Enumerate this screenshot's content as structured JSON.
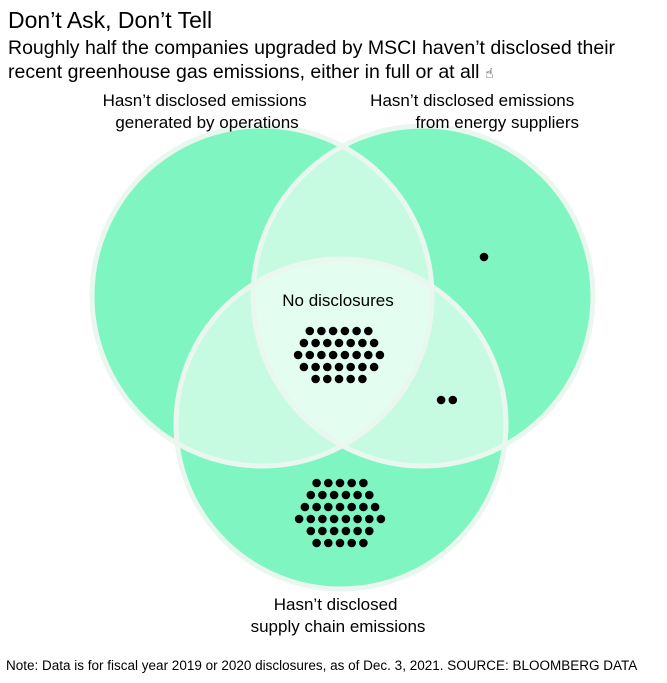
{
  "header": {
    "title": "Don’t Ask, Don’t Tell",
    "subtitle": "Roughly half the companies upgraded by MSCI haven’t disclosed their recent greenhouse gas emissions, either in full or at all",
    "subtitle_icon": "pointer-hand-icon"
  },
  "diagram": {
    "circles": [
      {
        "key": "operations",
        "label_lines": [
          "Hasn’t disclosed emissions",
          "generated by operations"
        ]
      },
      {
        "key": "energy",
        "label_lines": [
          "Hasn’t disclosed emissions",
          "from energy suppliers"
        ]
      },
      {
        "key": "supply",
        "label_lines": [
          "Hasn’t disclosed",
          "supply chain emissions"
        ]
      }
    ],
    "center_label": "No disclosures",
    "colors": {
      "circle_fill": "#7ff5c1",
      "overlap_fill": "#c6fbe2",
      "outline": "#e9f7ef",
      "dot": "#000000"
    },
    "region_counts": {
      "operations_only": 0,
      "energy_only": 1,
      "supply_only": 37,
      "operations_energy": 0,
      "operations_supply": 0,
      "energy_supply": 2,
      "all_three": 33
    }
  },
  "footer": {
    "note": "Note: Data is for fiscal year 2019 or 2020 disclosures, as of Dec. 3, 2021. SOURCE: BLOOMBERG DATA"
  }
}
